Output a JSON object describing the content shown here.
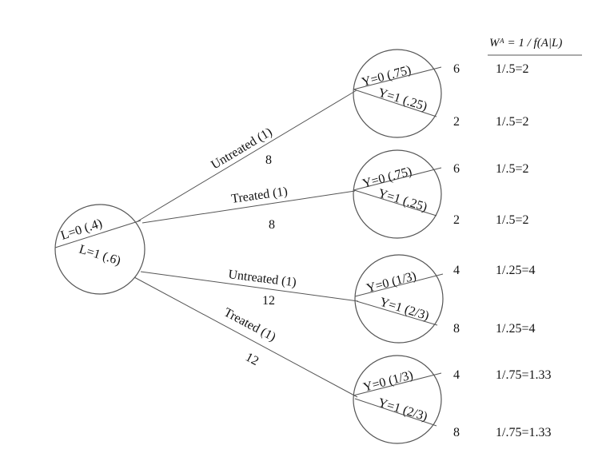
{
  "header": {
    "formula": "Wᴬ = 1 / f(A|L)"
  },
  "root": {
    "top": "L=0 (.4)",
    "bottom": "L=1 (.6)"
  },
  "branches": [
    {
      "label": "Untreated (1)",
      "count": "8"
    },
    {
      "label": "Treated (1)",
      "count": "8"
    },
    {
      "label": "Untreated (1)",
      "count": "12"
    },
    {
      "label": "Treated (1)",
      "count": "12"
    }
  ],
  "leaves": [
    {
      "top": "Y=0 (.75)",
      "bottom": "Y=1 (.25)"
    },
    {
      "top": "Y=0 (.75)",
      "bottom": "Y=1 (.25)"
    },
    {
      "top": "Y=0 (1/3)",
      "bottom": "Y=1 (2/3)"
    },
    {
      "top": "Y=0 (1/3)",
      "bottom": "Y=1 (2/3)"
    }
  ],
  "outcomes": [
    {
      "count": "6",
      "weight": "1/.5=2"
    },
    {
      "count": "2",
      "weight": "1/.5=2"
    },
    {
      "count": "6",
      "weight": "1/.5=2"
    },
    {
      "count": "2",
      "weight": "1/.5=2"
    },
    {
      "count": "4",
      "weight": "1/.25=4"
    },
    {
      "count": "8",
      "weight": "1/.25=4"
    },
    {
      "count": "4",
      "weight": "1/.75=1.33"
    },
    {
      "count": "8",
      "weight": "1/.75=1.33"
    }
  ]
}
